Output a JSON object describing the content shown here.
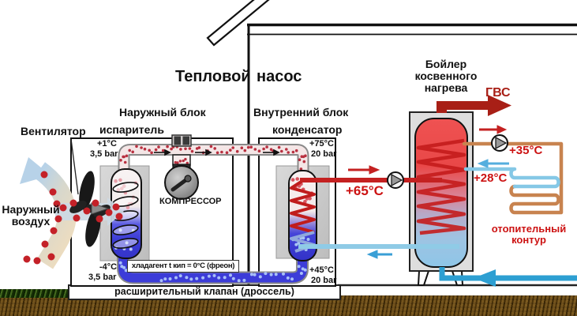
{
  "title": {
    "left": "Тепловой",
    "right": "насос"
  },
  "outdoor_unit": {
    "label": "Наружный блок",
    "component": "испаритель",
    "fan": "Вентилятор",
    "air_line1": "Наружный",
    "air_line2": "воздух",
    "top_temp": "+1°C",
    "top_pressure": "3,5 bar",
    "bottom_temp": "-4°C",
    "bottom_pressure": "3,5 bar"
  },
  "compressor": {
    "label": "КОМПРЕССОР"
  },
  "indoor_unit": {
    "label": "Внутренний блок",
    "component": "конденсатор",
    "top_temp": "+75°C",
    "top_pressure": "20 bar",
    "bottom_temp": "+45°C",
    "bottom_pressure": "20 bar"
  },
  "pipes": {
    "refrigerant_note": "хладагент t кип = 0°C (фреон)",
    "expansion_valve_note": "расширительный клапан (дроссель)",
    "condenser_supply_temp": "+65°C"
  },
  "boiler": {
    "line1": "Бойлер",
    "line2": "косвенного",
    "line3": "нагрева",
    "dhw": "ГВС"
  },
  "heating_circuit": {
    "line1": "отопительный",
    "line2": "контур",
    "flow_temp": "+35°C",
    "return_temp": "+28°C"
  },
  "colors": {
    "hot_red": "#c42121",
    "dark_red": "#a81f16",
    "label_red": "#cc1212",
    "cold_blue": "#2d9fd2",
    "light_blue": "#8fcbe6",
    "refrigerant_blue": "#3c3cd8",
    "circuit_orange": "#c8834f"
  }
}
